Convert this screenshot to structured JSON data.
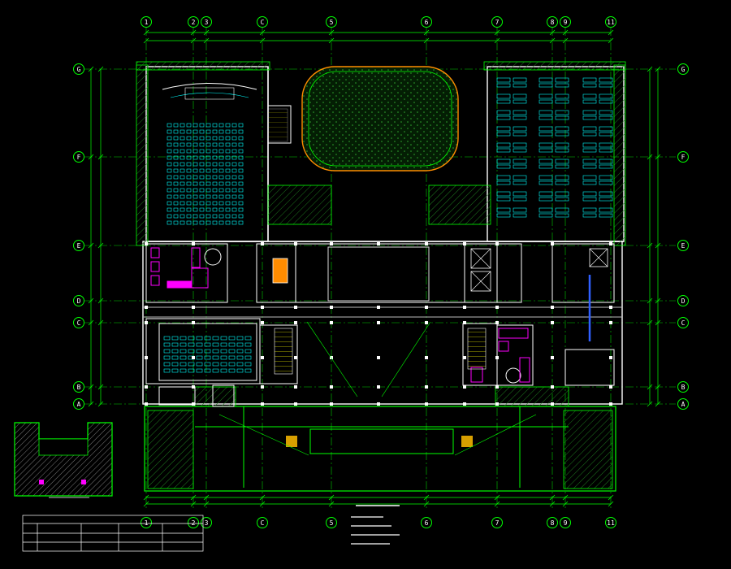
{
  "drawing": {
    "colors": {
      "background": "#000000",
      "axis": "#00ff00",
      "wall": "#ffffff",
      "furniture": "#00ffff",
      "sanitary": "#ff00ff",
      "hatch": "#00ff00",
      "court": "#ff8c00",
      "stair": "#ffff00",
      "blue": "#3060ff"
    },
    "column_axes": [
      "1",
      "2",
      "3",
      "C",
      "5",
      "6",
      "7",
      "8",
      "9",
      "11"
    ],
    "row_axes": [
      "G",
      "F",
      "E",
      "D",
      "C",
      "B",
      "A"
    ]
  }
}
